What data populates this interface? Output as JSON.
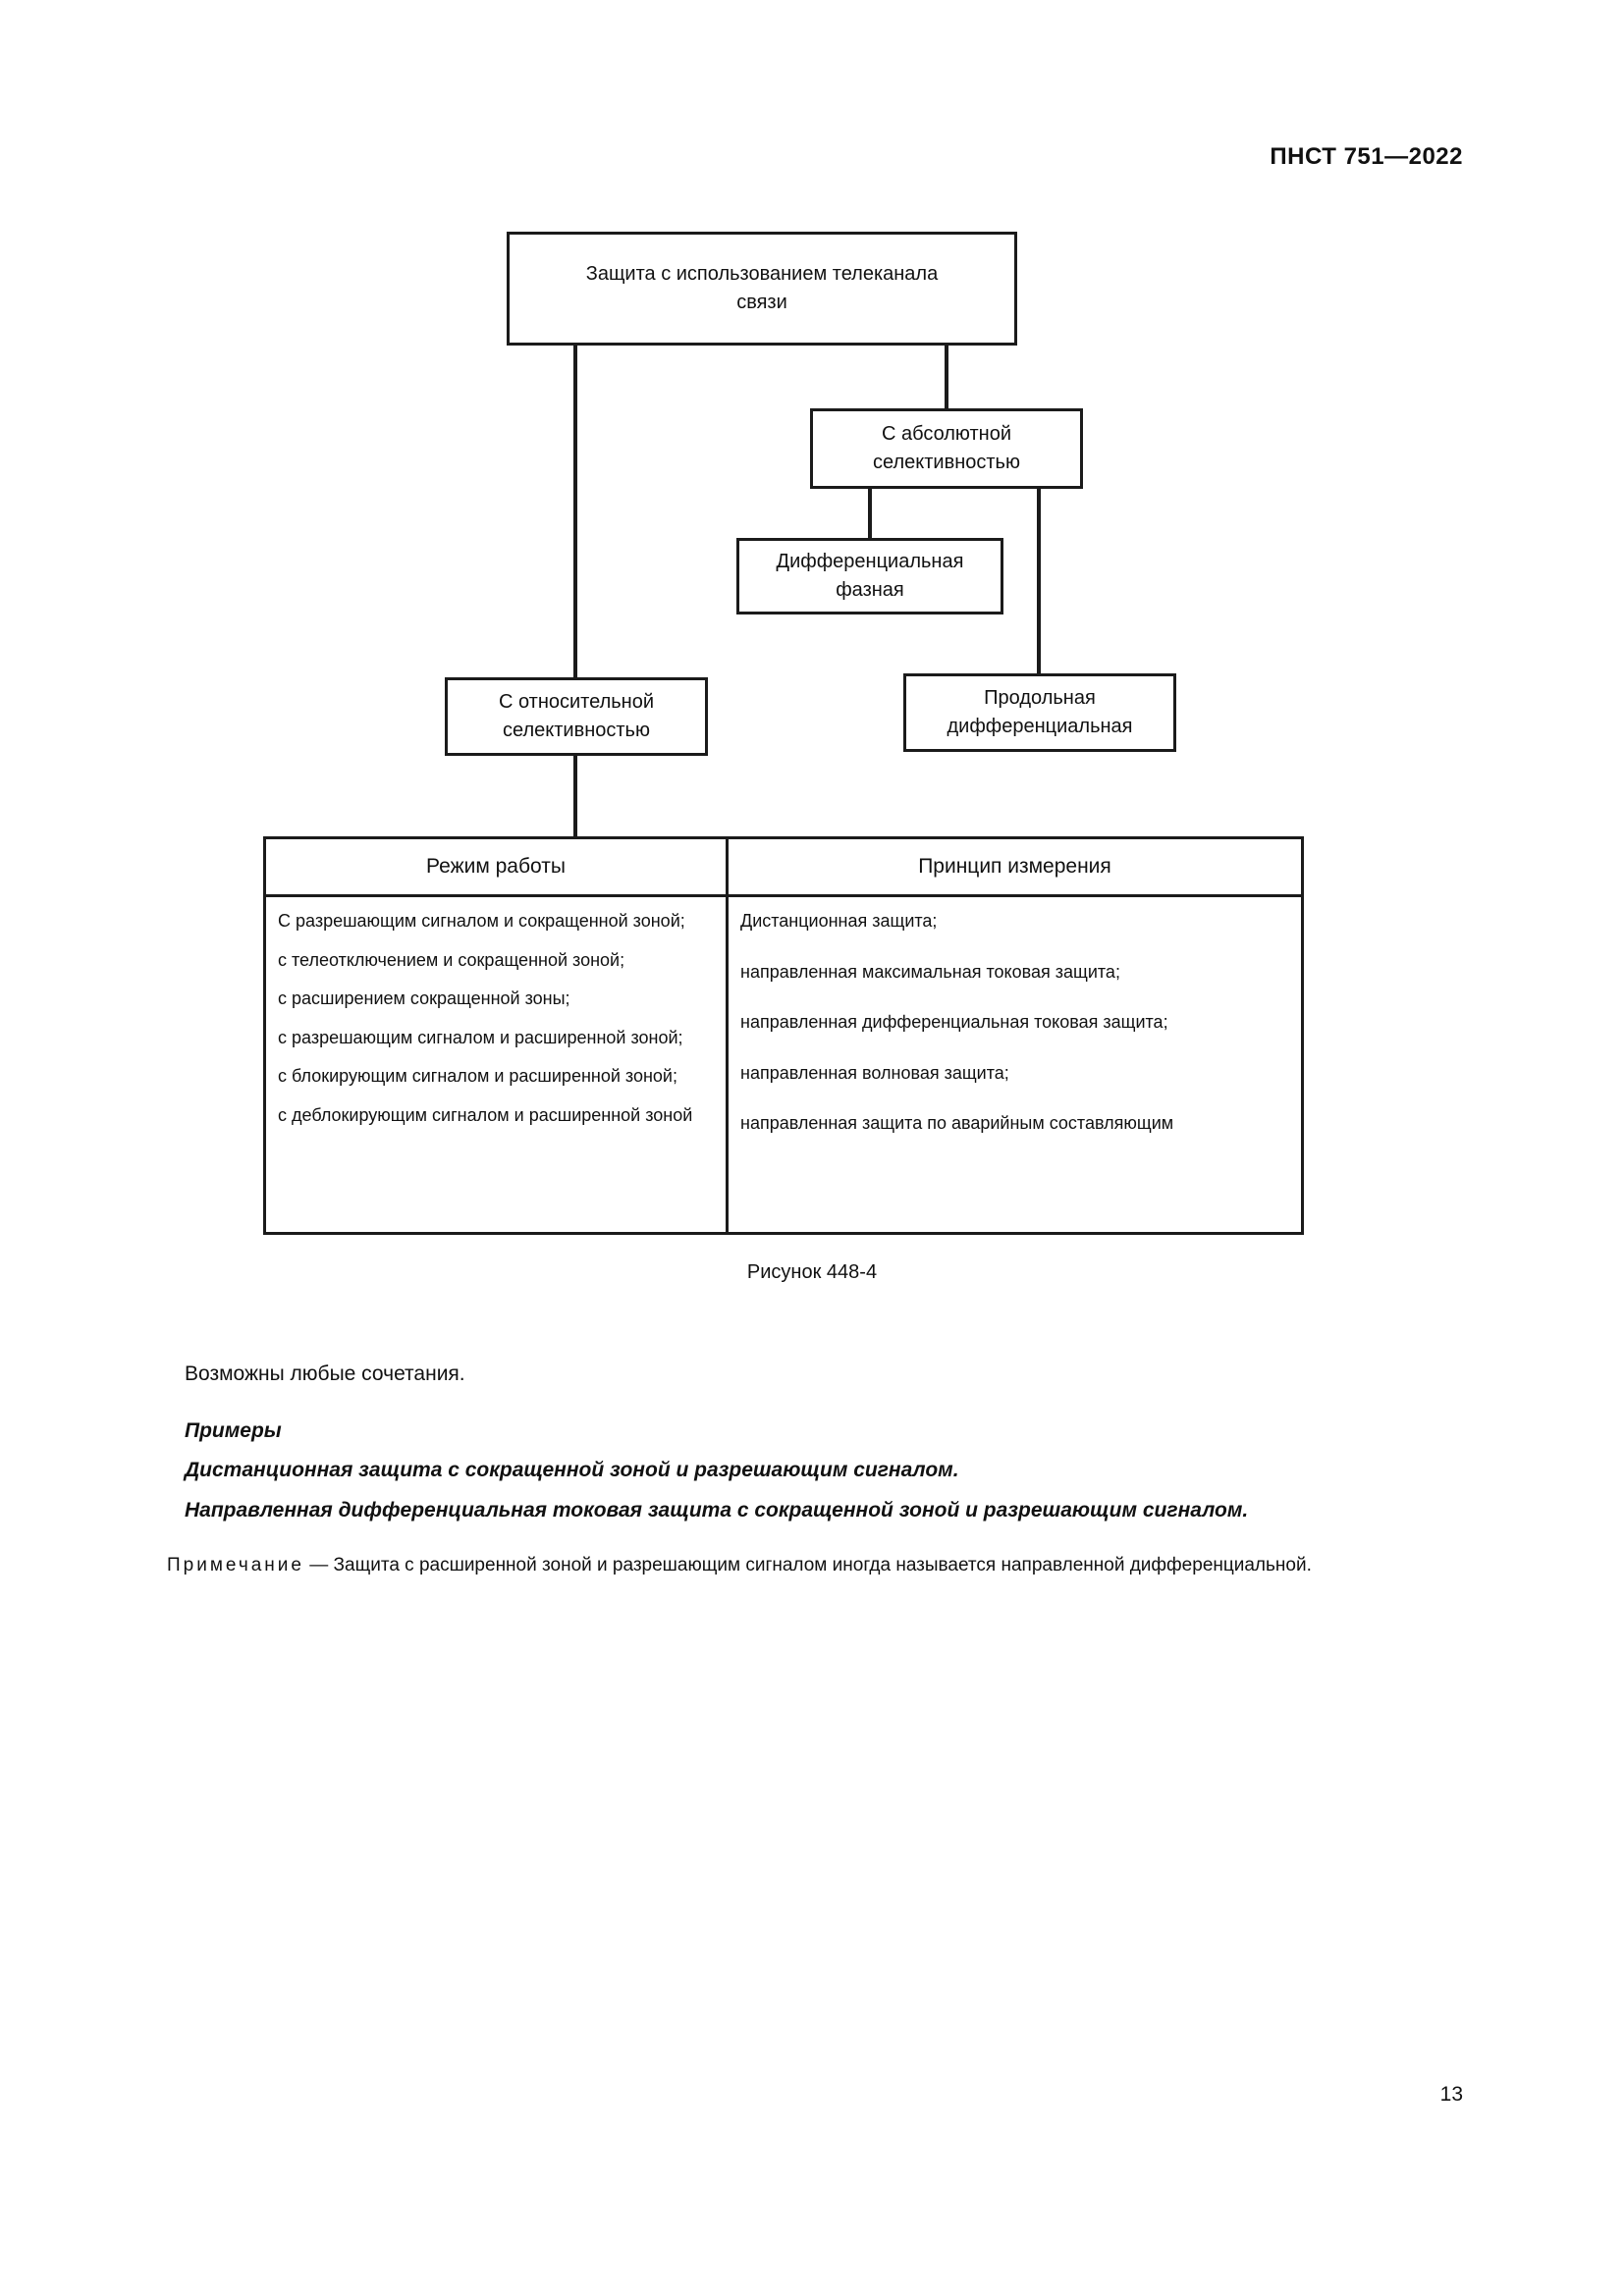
{
  "header": {
    "standard_id": "ПНСТ 751—2022"
  },
  "diagram": {
    "nodes": [
      {
        "id": "root",
        "line1": "Защита с использованием телеканала",
        "line2": "связи"
      },
      {
        "id": "abs",
        "line1": "С абсолютной",
        "line2": "селективностью"
      },
      {
        "id": "diffph",
        "line1": "Дифференциальная",
        "line2": "фазная"
      },
      {
        "id": "rel",
        "line1": "С относительной",
        "line2": "селективностью"
      },
      {
        "id": "long",
        "line1": "Продольная",
        "line2": "дифференциальная"
      }
    ]
  },
  "table": {
    "headers": [
      "Режим работы",
      "Принцип измерения"
    ],
    "left_column": [
      "С разрешающим сигналом и сокращенной зоной;",
      "с телеотключением и сокращенной зоной;",
      "с расширением сокращенной зоны;",
      "с разрешающим сигналом и расширенной зоной;",
      "с блокирующим сигналом и расширенной зоной;",
      "с деблокирующим сигналом и расширенной зоной"
    ],
    "right_column": [
      "Дистанционная защита;",
      "направленная максимальная токовая защита;",
      "направленная дифференциальная токовая защита;",
      "направленная волновая защита;",
      "направленная защита по аварийным составляющим"
    ]
  },
  "caption": "Рисунок 448-4",
  "text": {
    "combinations": "Возможны любые сочетания.",
    "examples_title": "Примеры",
    "example_1": "Дистанционная защита с сокращенной зоной и разрешающим сигналом.",
    "example_2": "Направленная дифференциальная токовая защита с сокращенной зоной и разрешающим сигналом.",
    "note_label": "Примечание",
    "note_body": " — Защита с расширенной зоной и разрешающим сигналом иногда называется направленной дифференциальной."
  },
  "page_number": "13"
}
